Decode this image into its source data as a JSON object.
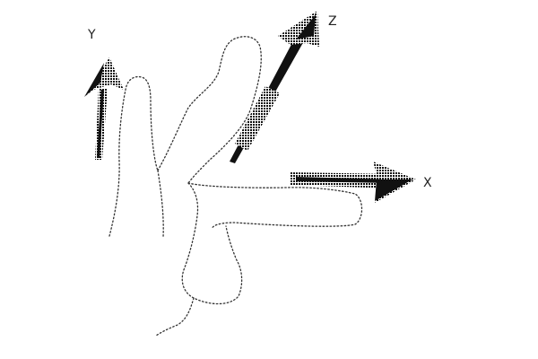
{
  "diagram": {
    "axes": {
      "y": {
        "label": "Y"
      },
      "z": {
        "label": "Z"
      },
      "x": {
        "label": "X"
      }
    },
    "colors": {
      "arrow": "#111111",
      "outline": "#333333",
      "text": "#222222"
    }
  }
}
